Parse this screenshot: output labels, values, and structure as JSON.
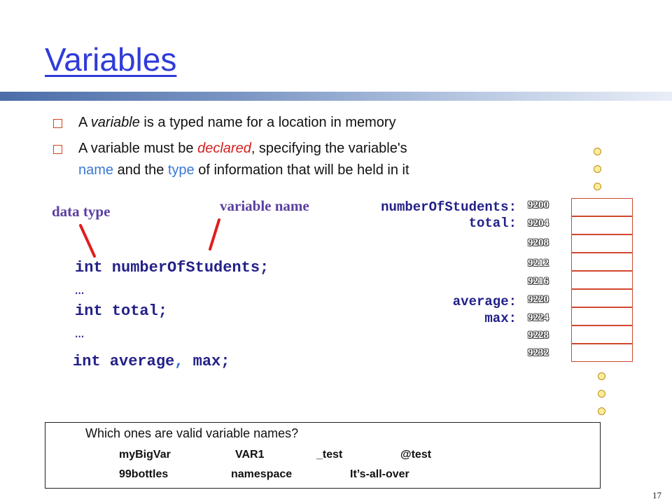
{
  "slide": {
    "title": "Variables",
    "page_number": "17"
  },
  "bullets": [
    {
      "pre": "A ",
      "em": "variable",
      "post": " is a typed name for a location in memory"
    },
    {
      "pre": "A variable must be ",
      "declared": "declared",
      "mid": ",  specifying the variable's",
      "line2_name": "name",
      "line2_mid": " and the ",
      "line2_type": "type",
      "line2_post": " of information that will be held in it"
    }
  ],
  "annotations": {
    "data_type": "data type",
    "variable_name": "variable name"
  },
  "code": {
    "line1": "int numberOfStudents;",
    "ellipsis1": "…",
    "line2": "int total;",
    "ellipsis2": "…",
    "line3_pre": "int average",
    "line3_comma": ",",
    "line3_post": " max;"
  },
  "memory": {
    "labels": {
      "numberOfStudents": "numberOfStudents:",
      "total": "total:",
      "average": "average:",
      "max": "max:"
    },
    "addresses": [
      "9200",
      "9204",
      "9208",
      "9212",
      "9216",
      "9220",
      "9224",
      "9228",
      "9232"
    ]
  },
  "quiz": {
    "question": "Which ones are valid variable names?",
    "row1": [
      "myBigVar",
      "VAR1",
      "_test",
      "@test"
    ],
    "row2": [
      "99bottles",
      "namespace",
      "It’s-all-over"
    ]
  },
  "colors": {
    "title": "#2f3bd9",
    "bullet": "#d4431e",
    "code": "#232188",
    "annotation": "#5b3fa0",
    "memory_border": "#d04830"
  }
}
